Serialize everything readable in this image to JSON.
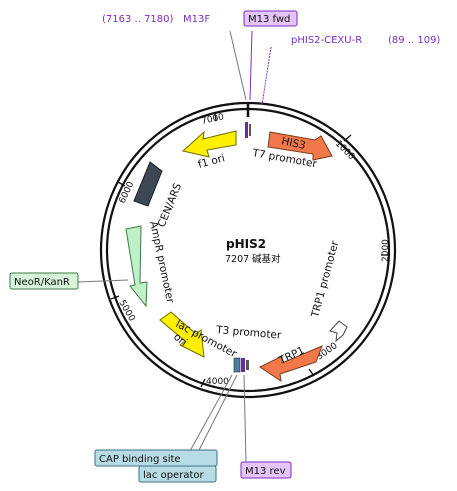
{
  "plasmid": {
    "name": "pHIS2",
    "length": "7207",
    "unit": "碱基对"
  },
  "ticks": [
    "1000",
    "2000",
    "3000",
    "4000",
    "5000",
    "6000",
    "7000"
  ],
  "features": [
    {
      "label": "HIS3",
      "color": "#f0784a"
    },
    {
      "label": "TRP1",
      "color": "#f0784a"
    },
    {
      "label": "ori",
      "color": "#ffef00"
    },
    {
      "label": "f1 ori",
      "color": "#ffef00"
    },
    {
      "label": "CEN/ARS",
      "color": "#3d4854"
    },
    {
      "label": "AmpR promoter",
      "color": "#bff0c8"
    },
    {
      "label": "TRP1 promoter",
      "color": "#ffffff"
    }
  ],
  "inner_labels": {
    "t7_promoter": "T7 promoter",
    "t3_promoter": "T3 promoter",
    "lac_promoter": "lac promoter",
    "cen_ars": "CEN/ARS",
    "ampr_promoter": "AmpR promoter",
    "trp1_promoter": "TRP1 promoter",
    "f1_ori": "f1 ori",
    "his3": "HIS3",
    "trp1": "TRP1",
    "ori": "ori"
  },
  "primer_labels": {
    "m13f_range": "(7163 .. 7180)",
    "m13f": "M13F",
    "m13_fwd": "M13 fwd",
    "phis2_cexu_r": "pHIS2-CEXU-R",
    "phis2_range": "(89 .. 109)",
    "m13_rev": "M13 rev"
  },
  "callouts": {
    "neor_kanr": "NeoR/KanR",
    "cap_binding_site": "CAP binding site",
    "lac_operator": "lac operator"
  },
  "colors": {
    "purple": "#7a2fc0",
    "purple_box": "#e5c4f7",
    "blue_box": "#b7dce6",
    "green_box": "#d6f4d9"
  }
}
